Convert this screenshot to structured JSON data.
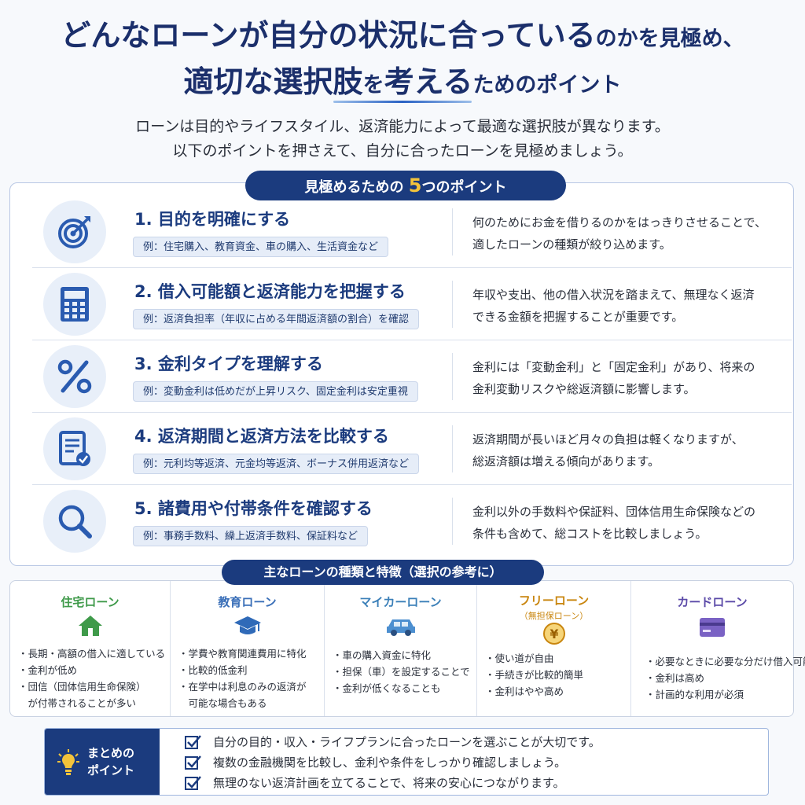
{
  "header": {
    "title_line1_main": "どんなローンが自分の状況に合っている",
    "title_line1_small": "のかを見極め、",
    "title_line2_a": "適切な選択肢",
    "title_line2_b": "を",
    "title_line2_c": "考える",
    "title_line2_d": "ためのポイント",
    "intro_line1": "ローンは目的やライフスタイル、返済能力によって最適な選択肢が異なります。",
    "intro_line2": "以下のポイントを押さえて、自分に合ったローンを見極めましょう。"
  },
  "points_section": {
    "pill_before": "見極めるための ",
    "pill_number": "5",
    "pill_after": "つのポイント",
    "items": [
      {
        "title": "1. 目的を明確にする",
        "example": "例：住宅購入、教育資金、車の購入、生活資金など",
        "desc_line1": "何のためにお金を借りるのかをはっきりさせることで、",
        "desc_line2": "適したローンの種類が絞り込めます。",
        "icon": "target-icon"
      },
      {
        "title": "2. 借入可能額と返済能力を把握する",
        "example": "例：返済負担率（年収に占める年間返済額の割合）を確認",
        "desc_line1": "年収や支出、他の借入状況を踏まえて、無理なく返済",
        "desc_line2": "できる金額を把握することが重要です。",
        "icon": "calculator-icon"
      },
      {
        "title": "3. 金利タイプを理解する",
        "example": "例：変動金利は低めだが上昇リスク、固定金利は安定重視",
        "desc_line1": "金利には「変動金利」と「固定金利」があり、将来の",
        "desc_line2": "金利変動リスクや総返済額に影響します。",
        "icon": "percent-icon"
      },
      {
        "title": "4. 返済期間と返済方法を比較する",
        "example": "例：元利均等返済、元金均等返済、ボーナス併用返済など",
        "desc_line1": "返済期間が長いほど月々の負担は軽くなりますが、",
        "desc_line2": "総返済額は増える傾向があります。",
        "icon": "document-check-icon"
      },
      {
        "title": "5. 諸費用や付帯条件を確認する",
        "example": "例：事務手数料、繰上返済手数料、保証料など",
        "desc_line1": "金利以外の手数料や保証料、団体信用生命保険などの",
        "desc_line2": "条件も含めて、総コストを比較しましょう。",
        "icon": "magnifier-icon"
      }
    ]
  },
  "types_section": {
    "pill_label": "主なローンの種類と特徴（選択の参考に）",
    "types": [
      {
        "name": "住宅ローン",
        "color": "#3f9a4a",
        "icon": "house-icon",
        "bullets": [
          "長期・高額の借入に適している",
          "金利が低め",
          "団信（団体信用生命保険）",
          "が付帯されることが多い"
        ]
      },
      {
        "name": "教育ローン",
        "color": "#3a6fb8",
        "icon": "graduation-cap-icon",
        "bullets": [
          "学費や教育関連費用に特化",
          "比較的低金利",
          "在学中は利息のみの返済が",
          "可能な場合もある"
        ]
      },
      {
        "name": "マイカーローン",
        "color": "#3a7fb8",
        "icon": "car-icon",
        "bullets": [
          "車の購入資金に特化",
          "担保（車）を設定することで",
          "金利が低くなることも"
        ]
      },
      {
        "name": "フリーローン",
        "sub": "（無担保ローン）",
        "color": "#c9860f",
        "icon": "yen-coin-icon",
        "bullets": [
          "使い道が自由",
          "手続きが比較的簡単",
          "金利はやや高め"
        ]
      },
      {
        "name": "カードローン",
        "color": "#5b4aa8",
        "icon": "credit-card-icon",
        "bullets": [
          "必要なときに必要な分だけ借入可能",
          "金利は高め",
          "計画的な利用が必須"
        ]
      }
    ]
  },
  "summary": {
    "label_line1": "まとめの",
    "label_line2": "ポイント",
    "items": [
      "自分の目的・収入・ライフプランに合ったローンを選ぶことが大切です。",
      "複数の金融機関を比較し、金利や条件をしっかり確認しましょう。",
      "無理のない返済計画を立てることで、将来の安心につながります。"
    ]
  },
  "colors": {
    "navy": "#1b3b7e",
    "accent_blue": "#2a62c4",
    "gold": "#f3c33b"
  }
}
